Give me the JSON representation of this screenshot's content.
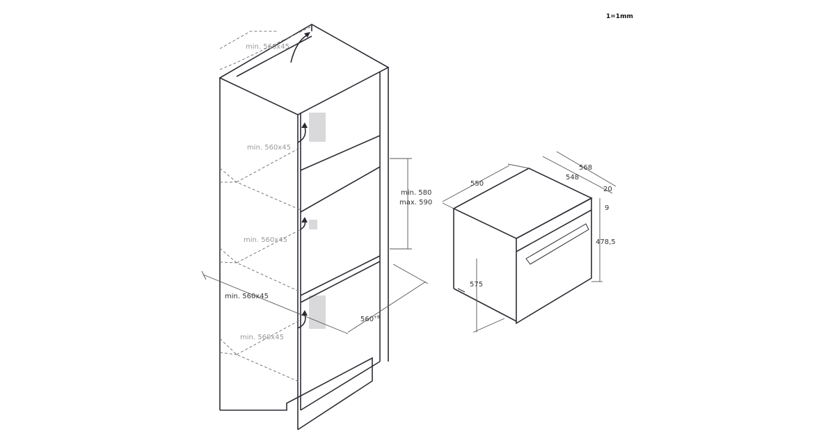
{
  "scale_note": "1=1mm",
  "cabinet": {
    "vent_top": "min. 560x45",
    "vent_upper": "min. 560x45",
    "vent_middle": "min. 560x45",
    "cutout_width": "min. 560x45",
    "vent_bottom": "min. 560x45",
    "niche_height_min": "min. 580",
    "niche_height_max": "max. 590",
    "niche_depth": "560",
    "niche_depth_tol": "+8"
  },
  "oven": {
    "depth": "550",
    "width_outer": "568",
    "width_body": "548",
    "front_thickness": "20",
    "top_gap": "9",
    "door_height": "478,5",
    "height": "575"
  },
  "colors": {
    "line": "#2b2b33",
    "vent": "#d9d9dc"
  }
}
